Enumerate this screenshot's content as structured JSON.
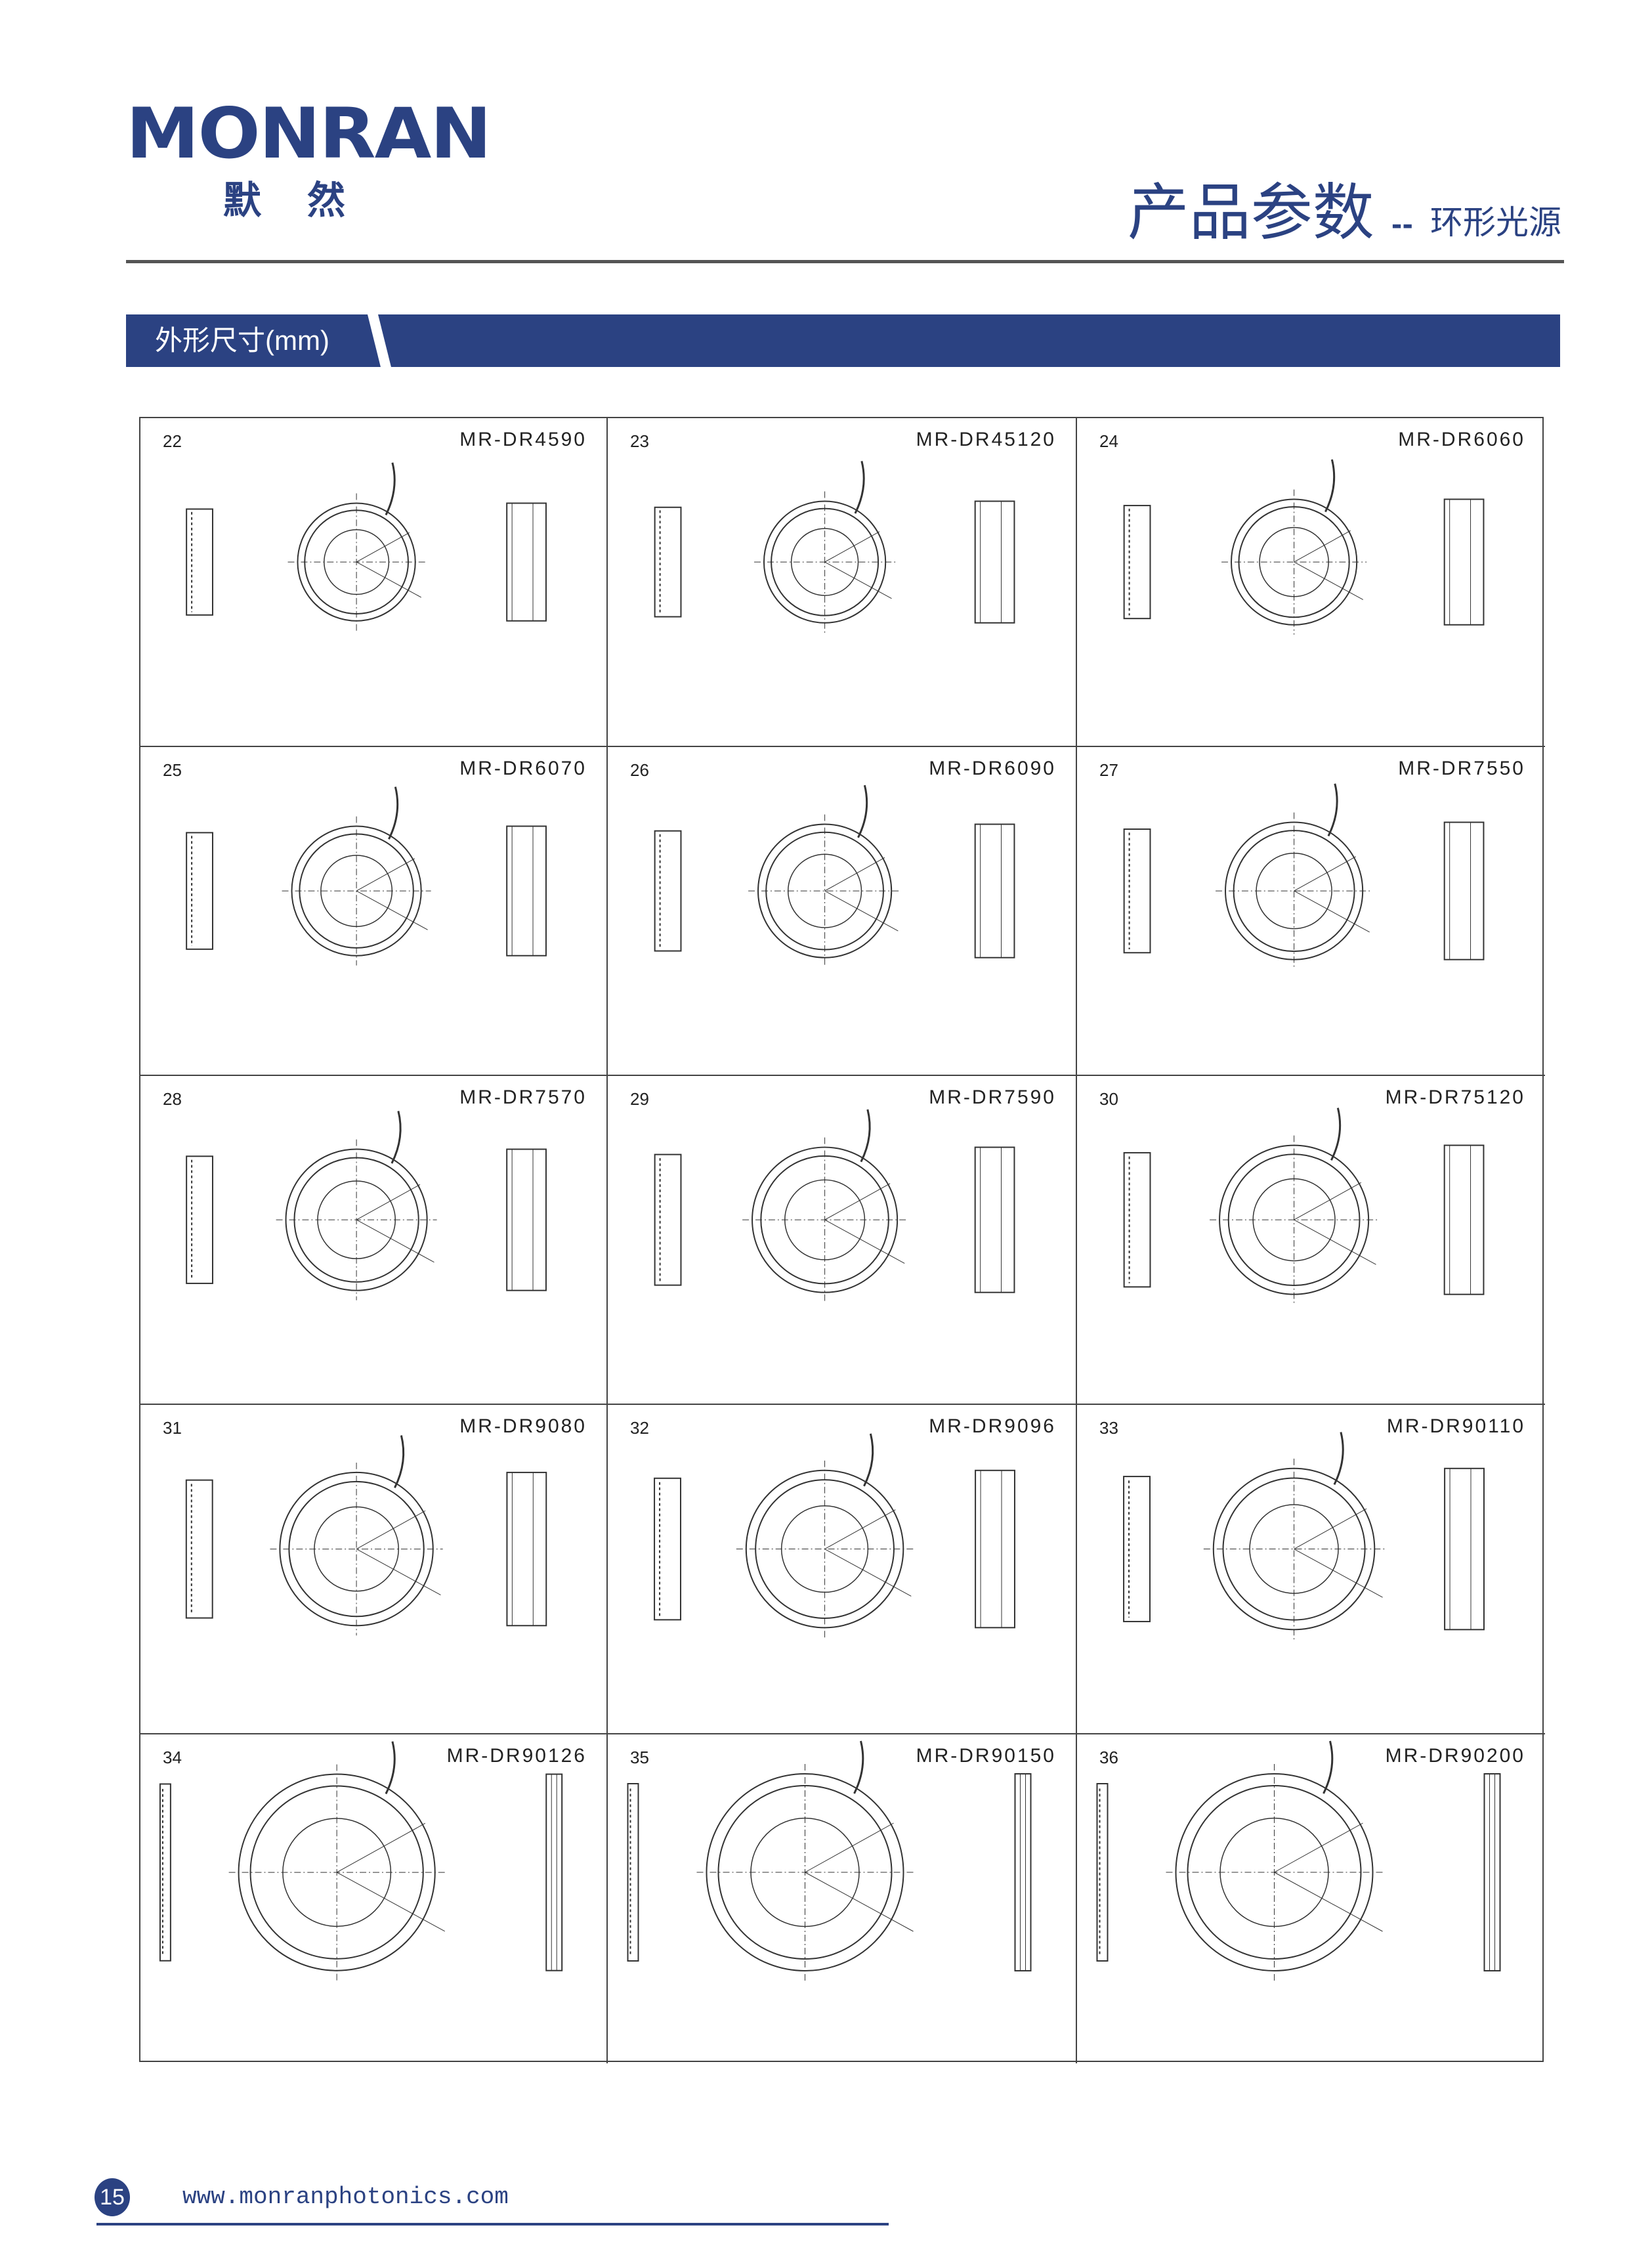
{
  "header": {
    "logo_text": "MONRAN",
    "logo_cn": "默然",
    "title": "产品参数",
    "separator": "--",
    "subtitle": "环形光源"
  },
  "section": {
    "label": "外形尺寸(mm)"
  },
  "colors": {
    "brand": "#2b4282",
    "rule": "#555555"
  },
  "products": [
    {
      "num": "22",
      "model": "MR-DR4590"
    },
    {
      "num": "23",
      "model": "MR-DR45120"
    },
    {
      "num": "24",
      "model": "MR-DR6060"
    },
    {
      "num": "25",
      "model": "MR-DR6070"
    },
    {
      "num": "26",
      "model": "MR-DR6090"
    },
    {
      "num": "27",
      "model": "MR-DR7550"
    },
    {
      "num": "28",
      "model": "MR-DR7570"
    },
    {
      "num": "29",
      "model": "MR-DR7590"
    },
    {
      "num": "30",
      "model": "MR-DR75120"
    },
    {
      "num": "31",
      "model": "MR-DR9080"
    },
    {
      "num": "32",
      "model": "MR-DR9096"
    },
    {
      "num": "33",
      "model": "MR-DR90110"
    },
    {
      "num": "34",
      "model": "MR-DR90126"
    },
    {
      "num": "35",
      "model": "MR-DR90150"
    },
    {
      "num": "36",
      "model": "MR-DR90200"
    }
  ],
  "footer": {
    "page": "15",
    "url": "www.monranphotonics.com"
  }
}
